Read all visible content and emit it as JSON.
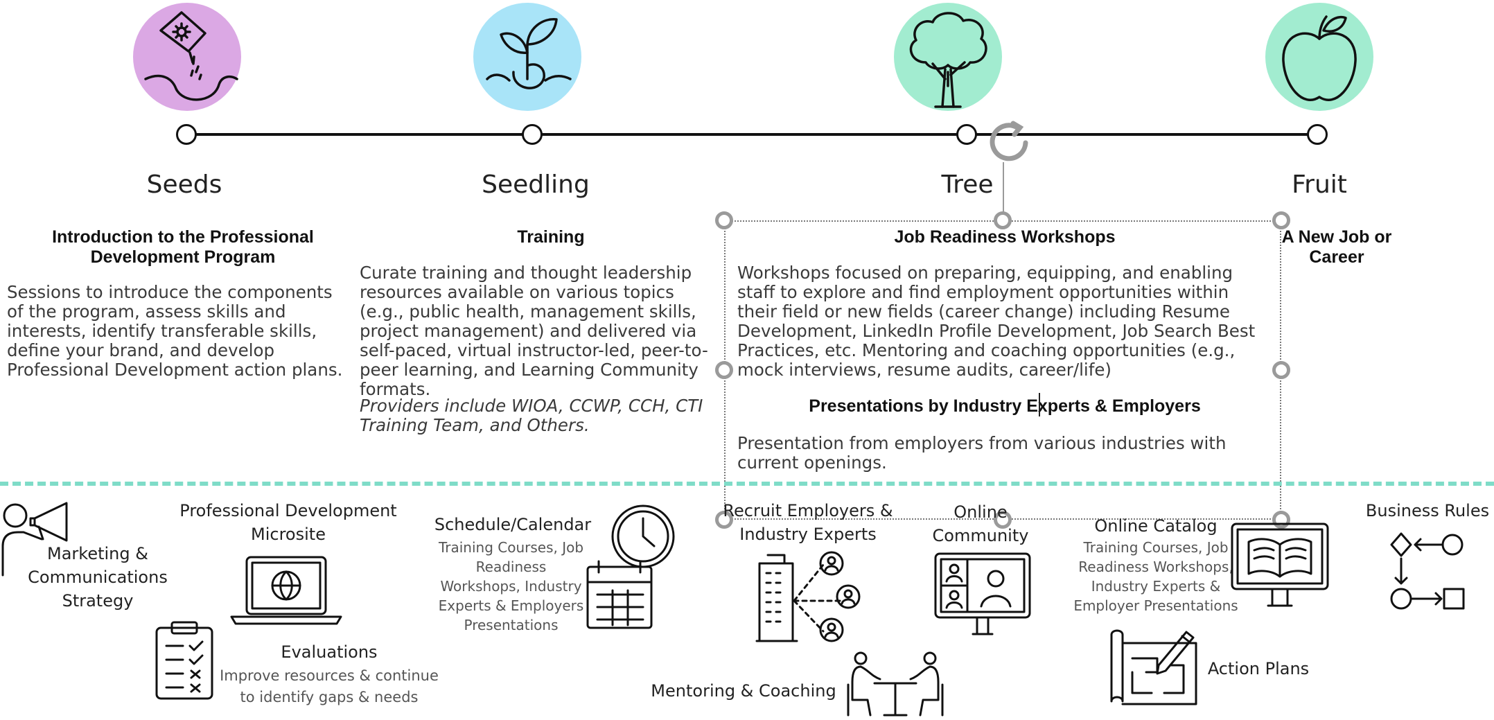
{
  "stages": [
    {
      "name": "Seeds",
      "color": "#dba8e4"
    },
    {
      "name": "Seedling",
      "color": "#a9e4f8"
    },
    {
      "name": "Tree",
      "color": "#a2ecd0"
    },
    {
      "name": "Fruit",
      "color": "#a2ecd0"
    }
  ],
  "columns": {
    "seeds": {
      "heading": "Introduction to the Professional Development Program",
      "body": "Sessions to introduce the components of the program, assess skills and interests, identify transferable skills, define your brand, and develop Professional Development action plans."
    },
    "seedling": {
      "heading": "Training",
      "body": "Curate training and thought leadership resources available on various topics (e.g., public health, management skills, project management) and delivered via self-paced, virtual instructor-led, peer-to-peer learning, and Learning Community formats.",
      "note": "Providers include WIOA, CCWP, CCH, CTI Training Team, and Others."
    },
    "tree": {
      "heading": "Job Readiness Workshops",
      "body": "Workshops focused on preparing, equipping, and enabling staff to explore and find employment opportunities within their field or new fields (career change) including Resume Development, LinkedIn Profile Development, Job Search Best Practices, etc. Mentoring and coaching opportunities (e.g., mock interviews, resume audits, career/life)",
      "heading2": "Presentations by Industry Experts &  Employers",
      "body2": "Presentation from employers from various industries with current openings."
    },
    "fruit": {
      "heading": "A New Job or Career"
    }
  },
  "resources": {
    "marketing": "Marketing & Communications Strategy",
    "microsite": "Professional Development Microsite",
    "schedule": "Schedule/Calendar",
    "schedule_sub": "Training Courses, Job Readiness Workshops, Industry Experts & Employers Presentations",
    "evaluations": "Evaluations",
    "evaluations_sub": "Improve resources & continue to identify gaps & needs",
    "recruit": "Recruit Employers & Industry Experts",
    "community": "Online Community",
    "catalog": "Online Catalog",
    "catalog_sub": "Training Courses, Job Readiness Workshops, Industry Experts & Employer Presentations",
    "business_rules": "Business Rules",
    "action_plans": "Action Plans",
    "mentoring": "Mentoring & Coaching"
  },
  "colors": {
    "divider": "#7fdcc8",
    "timeline": "#111111",
    "handle": "#9a9a9a"
  },
  "icons": [
    "seed-packet-icon",
    "sprout-icon",
    "tree-icon",
    "apple-icon",
    "rotate-handle-icon",
    "megaphone-person-icon",
    "laptop-globe-icon",
    "clock-calendar-icon",
    "clipboard-checklist-icon",
    "building-network-icon",
    "video-call-monitor-icon",
    "monitor-book-icon",
    "flowchart-icon",
    "blueprint-pencil-icon",
    "meeting-table-icon"
  ]
}
